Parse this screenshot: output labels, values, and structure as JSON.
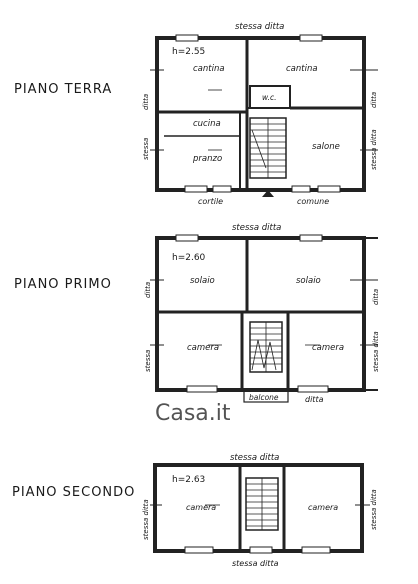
{
  "floors": [
    {
      "label": "PIANO TERRA",
      "height": "h=2.55",
      "rooms": [
        "cantina",
        "cantina",
        "w.c.",
        "cucina",
        "pranzo",
        "salone"
      ],
      "surroundings": {
        "top": "stessa ditta",
        "left": "ditta",
        "right": "ditta",
        "left_lower": "stessa",
        "right_lower": "stessa ditta",
        "bottom_left": "cortile",
        "bottom_right": "comune"
      }
    },
    {
      "label": "PIANO PRIMO",
      "height": "h=2.60",
      "rooms": [
        "solaio",
        "solaio",
        "camera",
        "camera"
      ],
      "surroundings": {
        "top": "stessa ditta",
        "left": "ditta",
        "right": "ditta",
        "left_lower": "stessa",
        "right_lower": "stessa ditta",
        "bottom_center": "balcone",
        "bottom_right": "ditta"
      }
    },
    {
      "label": "PIANO SECONDO",
      "height": "h=2.63",
      "rooms": [
        "camera",
        "camera"
      ],
      "surroundings": {
        "top": "stessa ditta",
        "left": "stessa ditta",
        "right": "stessa ditta",
        "bottom": "stessa ditta"
      }
    }
  ],
  "watermark": "Casa.it"
}
